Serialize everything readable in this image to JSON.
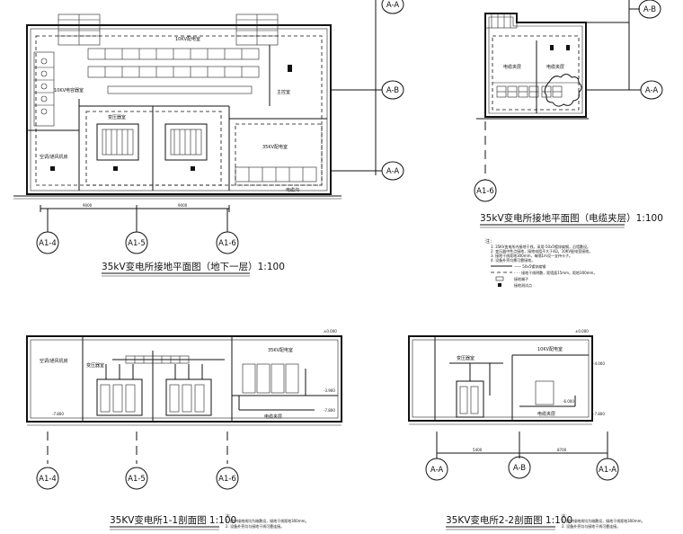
{
  "views": {
    "plan_b1": {
      "title": "35kV变电所接地平面图（地下一层）1:100",
      "axes_bottom": [
        "A1-4",
        "A1-5",
        "A1-6"
      ],
      "axes_right": [
        "A-A",
        "A-B",
        "A-A"
      ],
      "dims": [
        "9000",
        "9000"
      ],
      "rooms": {
        "r10kv": "10KV配电室",
        "r10kv_left": "10KV电容器室",
        "transformer": "变压器室",
        "r35kv": "35KV配电室",
        "control": "主控室",
        "aircon": "空调/通风机房",
        "cable": "电缆沟"
      }
    },
    "plan_mezz": {
      "title": "35kV变电所接地平面图（电缆夹层）1:100",
      "axes": [
        "A-B",
        "A-A",
        "A1-6"
      ],
      "rooms": {
        "r1": "电缆夹层",
        "r2": "电缆夹层"
      },
      "legend": [
        "注：",
        "1. 35KV变电所内接地干线，采用-50x5镀锌扁钢，沿墙敷设。",
        "2. 变压器中性点接地，接地电阻不大于4Ω，10KV配电室接地。",
        "3. 接地干线距地300mm，每隔1m设一支持卡子。",
        "4. 设备外壳均需可靠接地。",
        "—— 50x5镀锌扁钢",
        "- - - 接地干线明敷，距墙面15mm，距地300mm。",
        "接地端子",
        "接地测试点"
      ]
    },
    "section_11": {
      "title": "35KV变电所1-1剖面图 1:100",
      "axes": [
        "A1-4",
        "A1-5",
        "A1-6"
      ],
      "labels": {
        "aircon": "空调/通风机房",
        "transformer": "变压器室",
        "r35kv": "35KV配电室",
        "cable": "电缆夹层"
      },
      "levels": [
        "±0.000",
        "-3.900",
        "-7.800",
        "-7.800"
      ],
      "notes": [
        "注：",
        "1. 图中接地线均为暗敷设，接地干线距地300mm。",
        "2. 设备外壳均与接地干线可靠连接。"
      ]
    },
    "section_22": {
      "title": "35KV变电所2-2剖面图 1:100",
      "axes": [
        "A-A",
        "A-B",
        "A1-A"
      ],
      "dims": [
        "5400",
        "8700"
      ],
      "labels": {
        "transformer": "变压器室",
        "r10kv": "10KV配电室",
        "cable": "电缆夹层"
      },
      "levels": [
        "±0.000",
        "-4.000",
        "-6.000",
        "-7.800"
      ],
      "notes": [
        "注：",
        "1. 图中接地线均为暗敷设，接地干线距地300mm。",
        "2. 设备外壳均与接地干线可靠连接。"
      ]
    }
  }
}
